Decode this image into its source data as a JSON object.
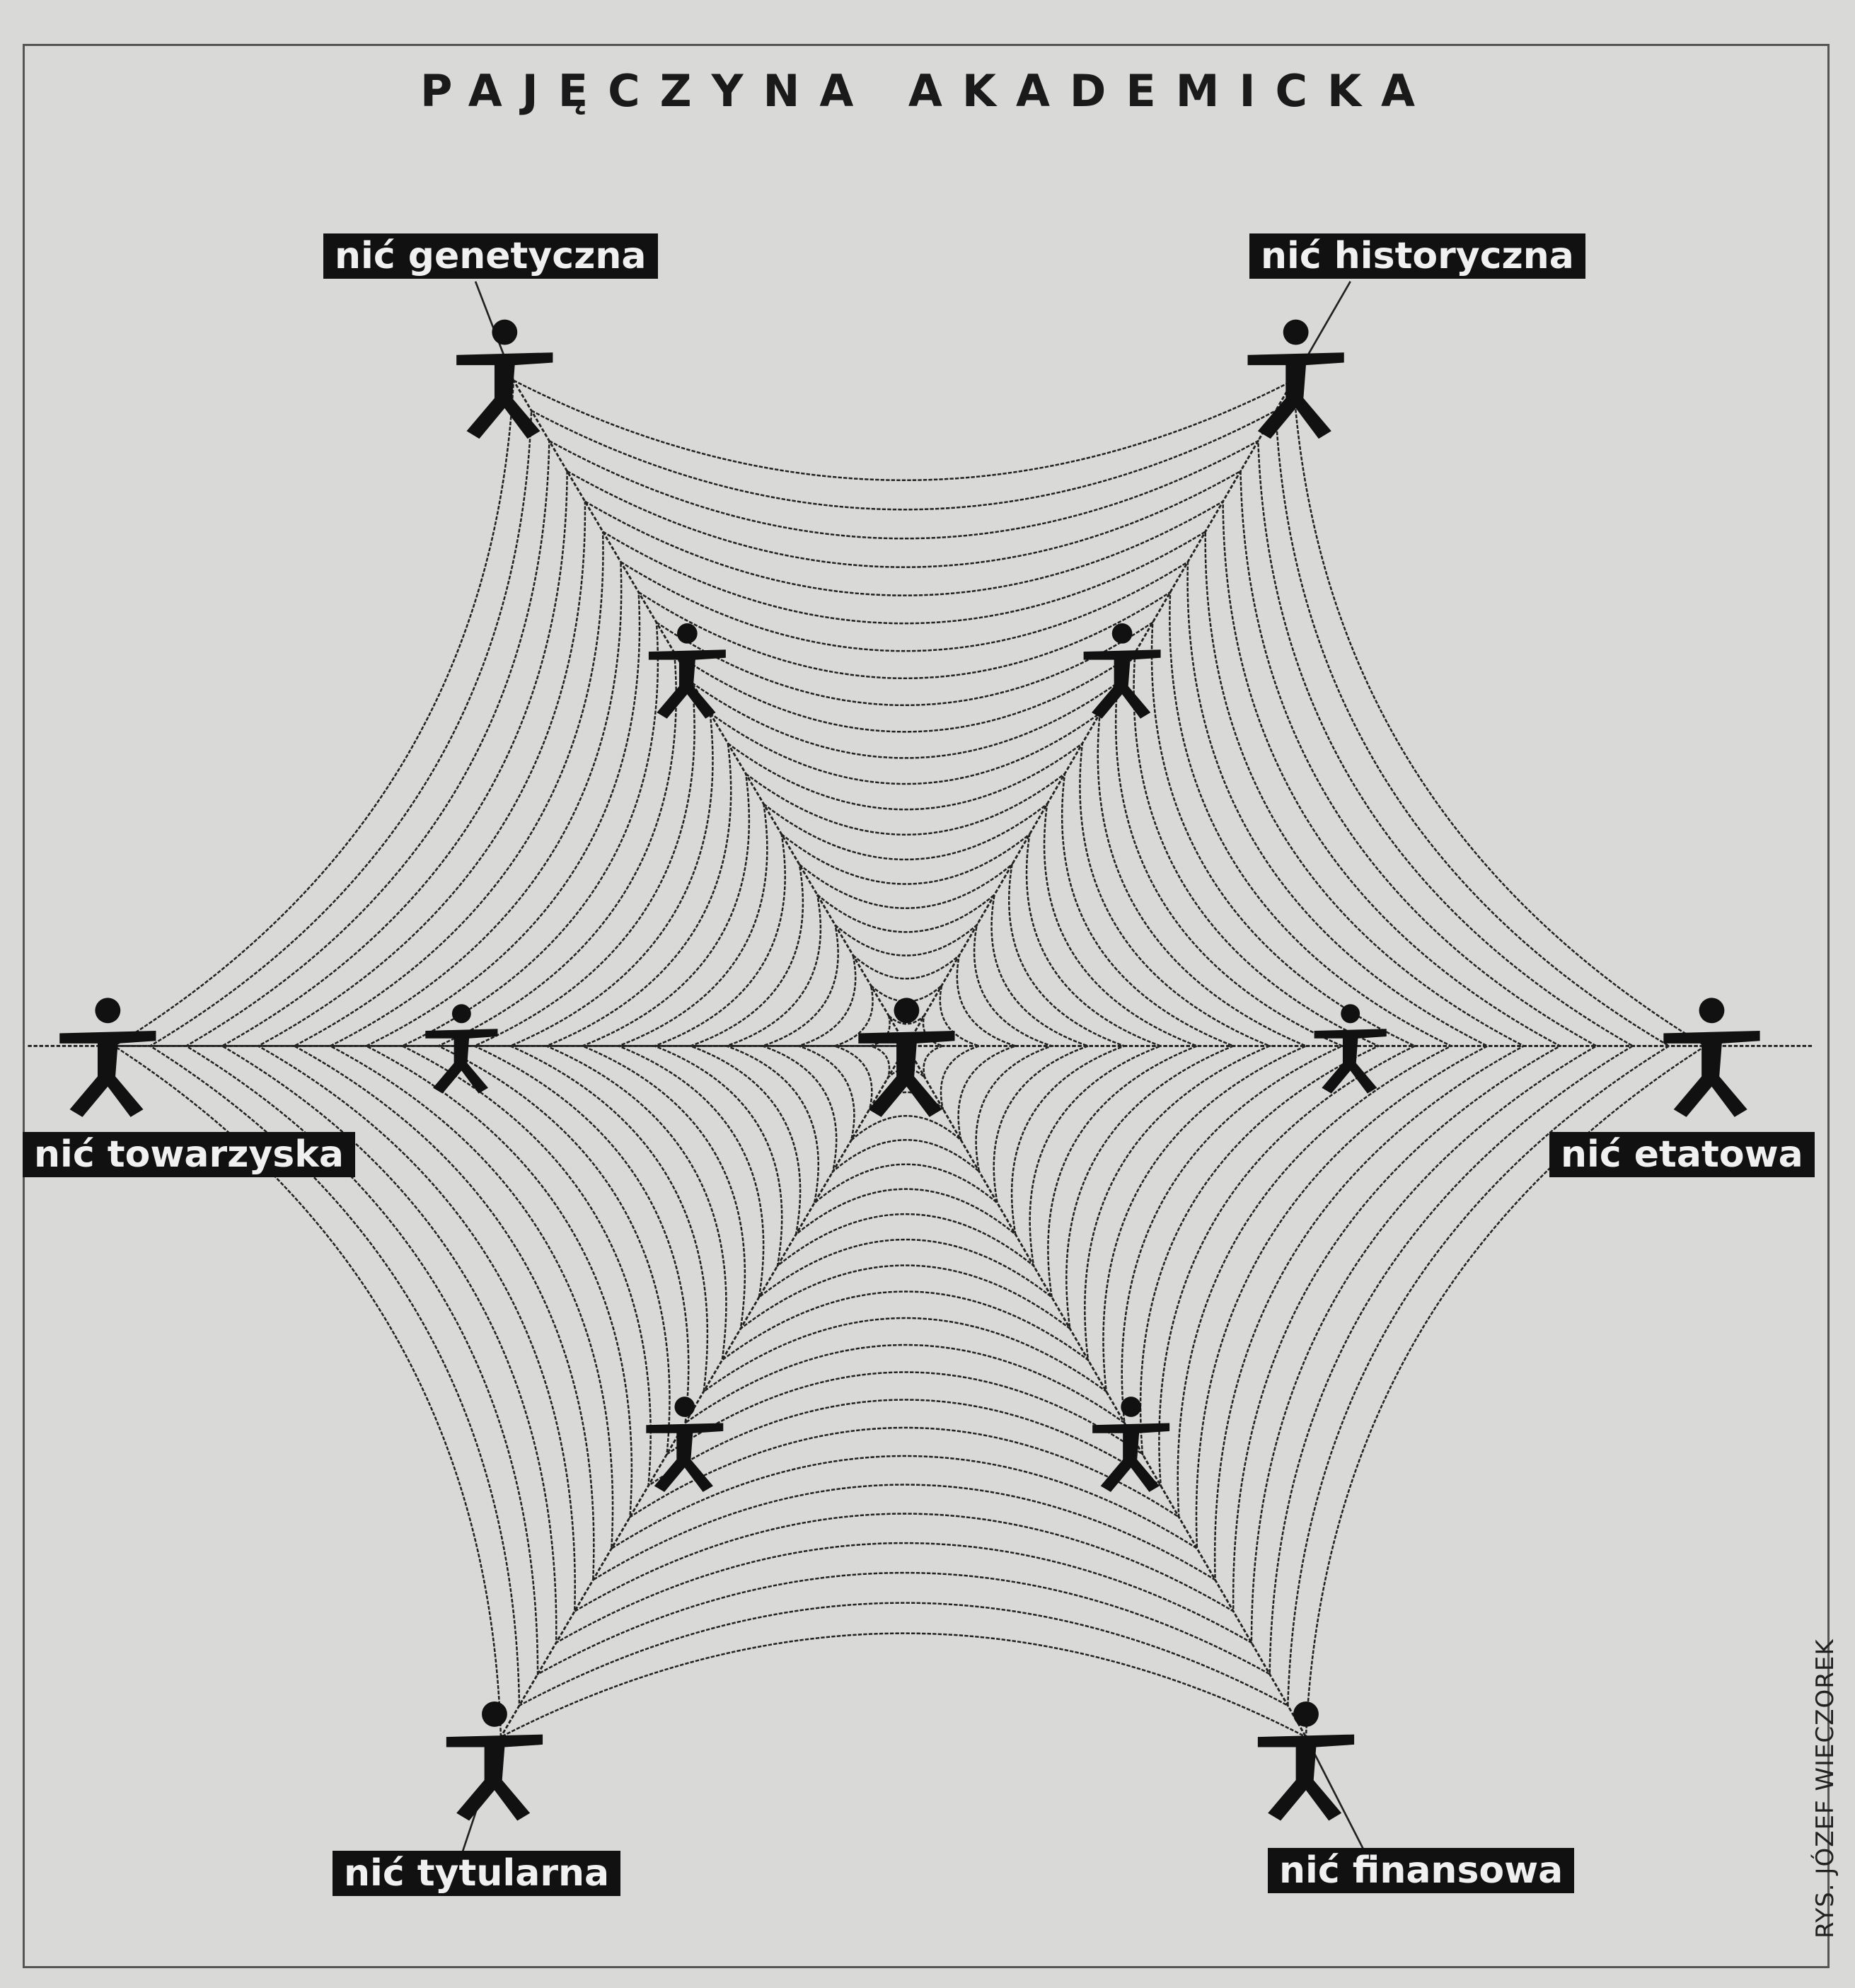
{
  "title": "PAJĘCZYNA AKADEMICKA",
  "labels": {
    "genetic": "nić genetyczna",
    "historic": "nić historyczna",
    "social": "nić towarzyska",
    "staff": "nić etatowa",
    "title": "nić tytularna",
    "financial": "nić finansowa"
  },
  "credit": "RYS. JÓZEF WIECZOREK",
  "colors": {
    "paper": "#d9d9d7",
    "ink": "#111111"
  }
}
